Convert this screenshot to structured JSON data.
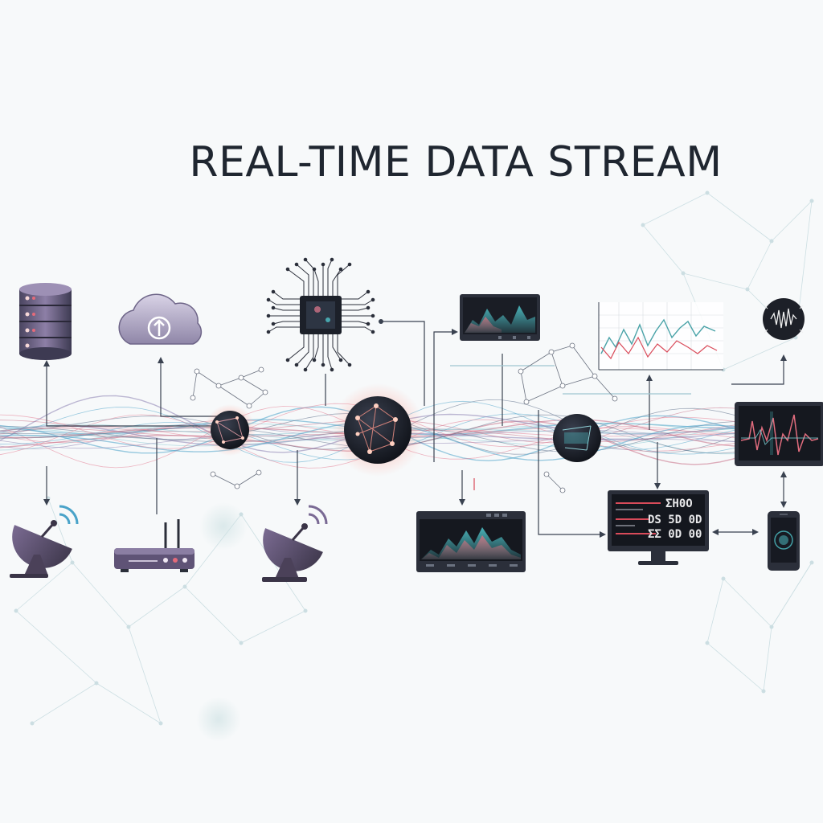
{
  "header": {
    "title": "REAL-TIME DATA STREAM"
  },
  "monitor": {
    "readouts": [
      "ΣΗ0О",
      "DS 5D 0D",
      "ΣΣ 0D 00"
    ]
  },
  "icons": {
    "sources": [
      "database-icon",
      "cloud-upload-icon",
      "satellite-dish-icon",
      "router-icon"
    ],
    "processing": [
      "processor-chip-icon",
      "network-node-icon"
    ],
    "outputs": [
      "area-chart-display-icon",
      "line-chart-icon",
      "waveform-badge-icon",
      "waveform-monitor-icon",
      "dashboard-icon",
      "desktop-monitor-icon",
      "smartphone-icon"
    ]
  },
  "colors": {
    "stream_blue": "#4aa3c9",
    "stream_pink": "#e47a8f",
    "accent_teal": "#4fc3c9",
    "accent_red": "#d94b5a",
    "device_dark": "#2b2f3a",
    "device_purple": "#6b5f7e",
    "mesh_line": "#a9c9cf"
  }
}
